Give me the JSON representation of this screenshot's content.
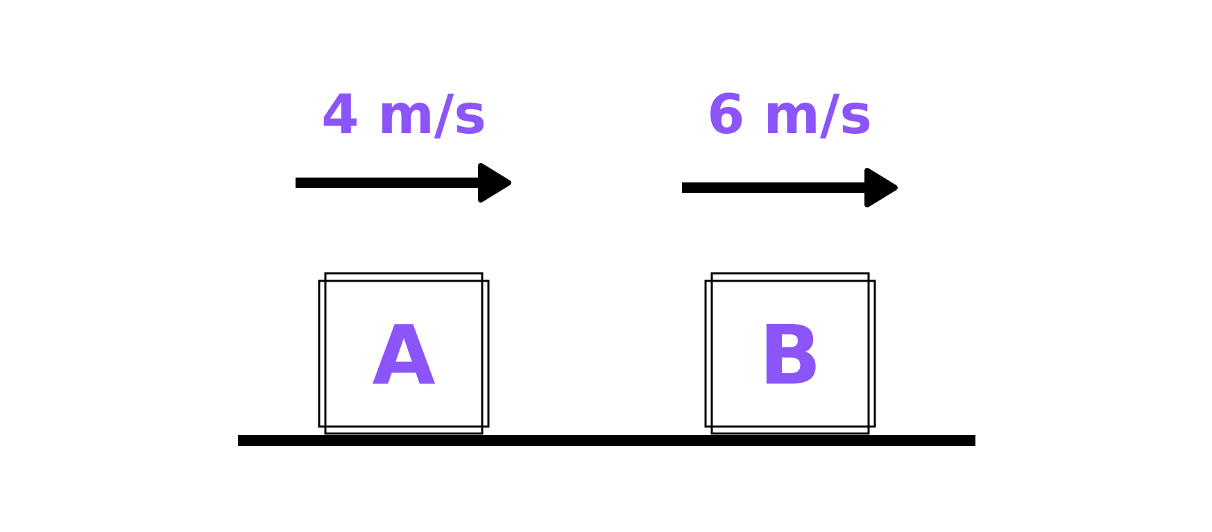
{
  "colors": {
    "accent": "#8b55fa",
    "stroke": "#000000",
    "background": "#ffffff"
  },
  "block_a": {
    "label": "A",
    "velocity_label": "4 m/s"
  },
  "block_b": {
    "label": "B",
    "velocity_label": "6 m/s"
  }
}
